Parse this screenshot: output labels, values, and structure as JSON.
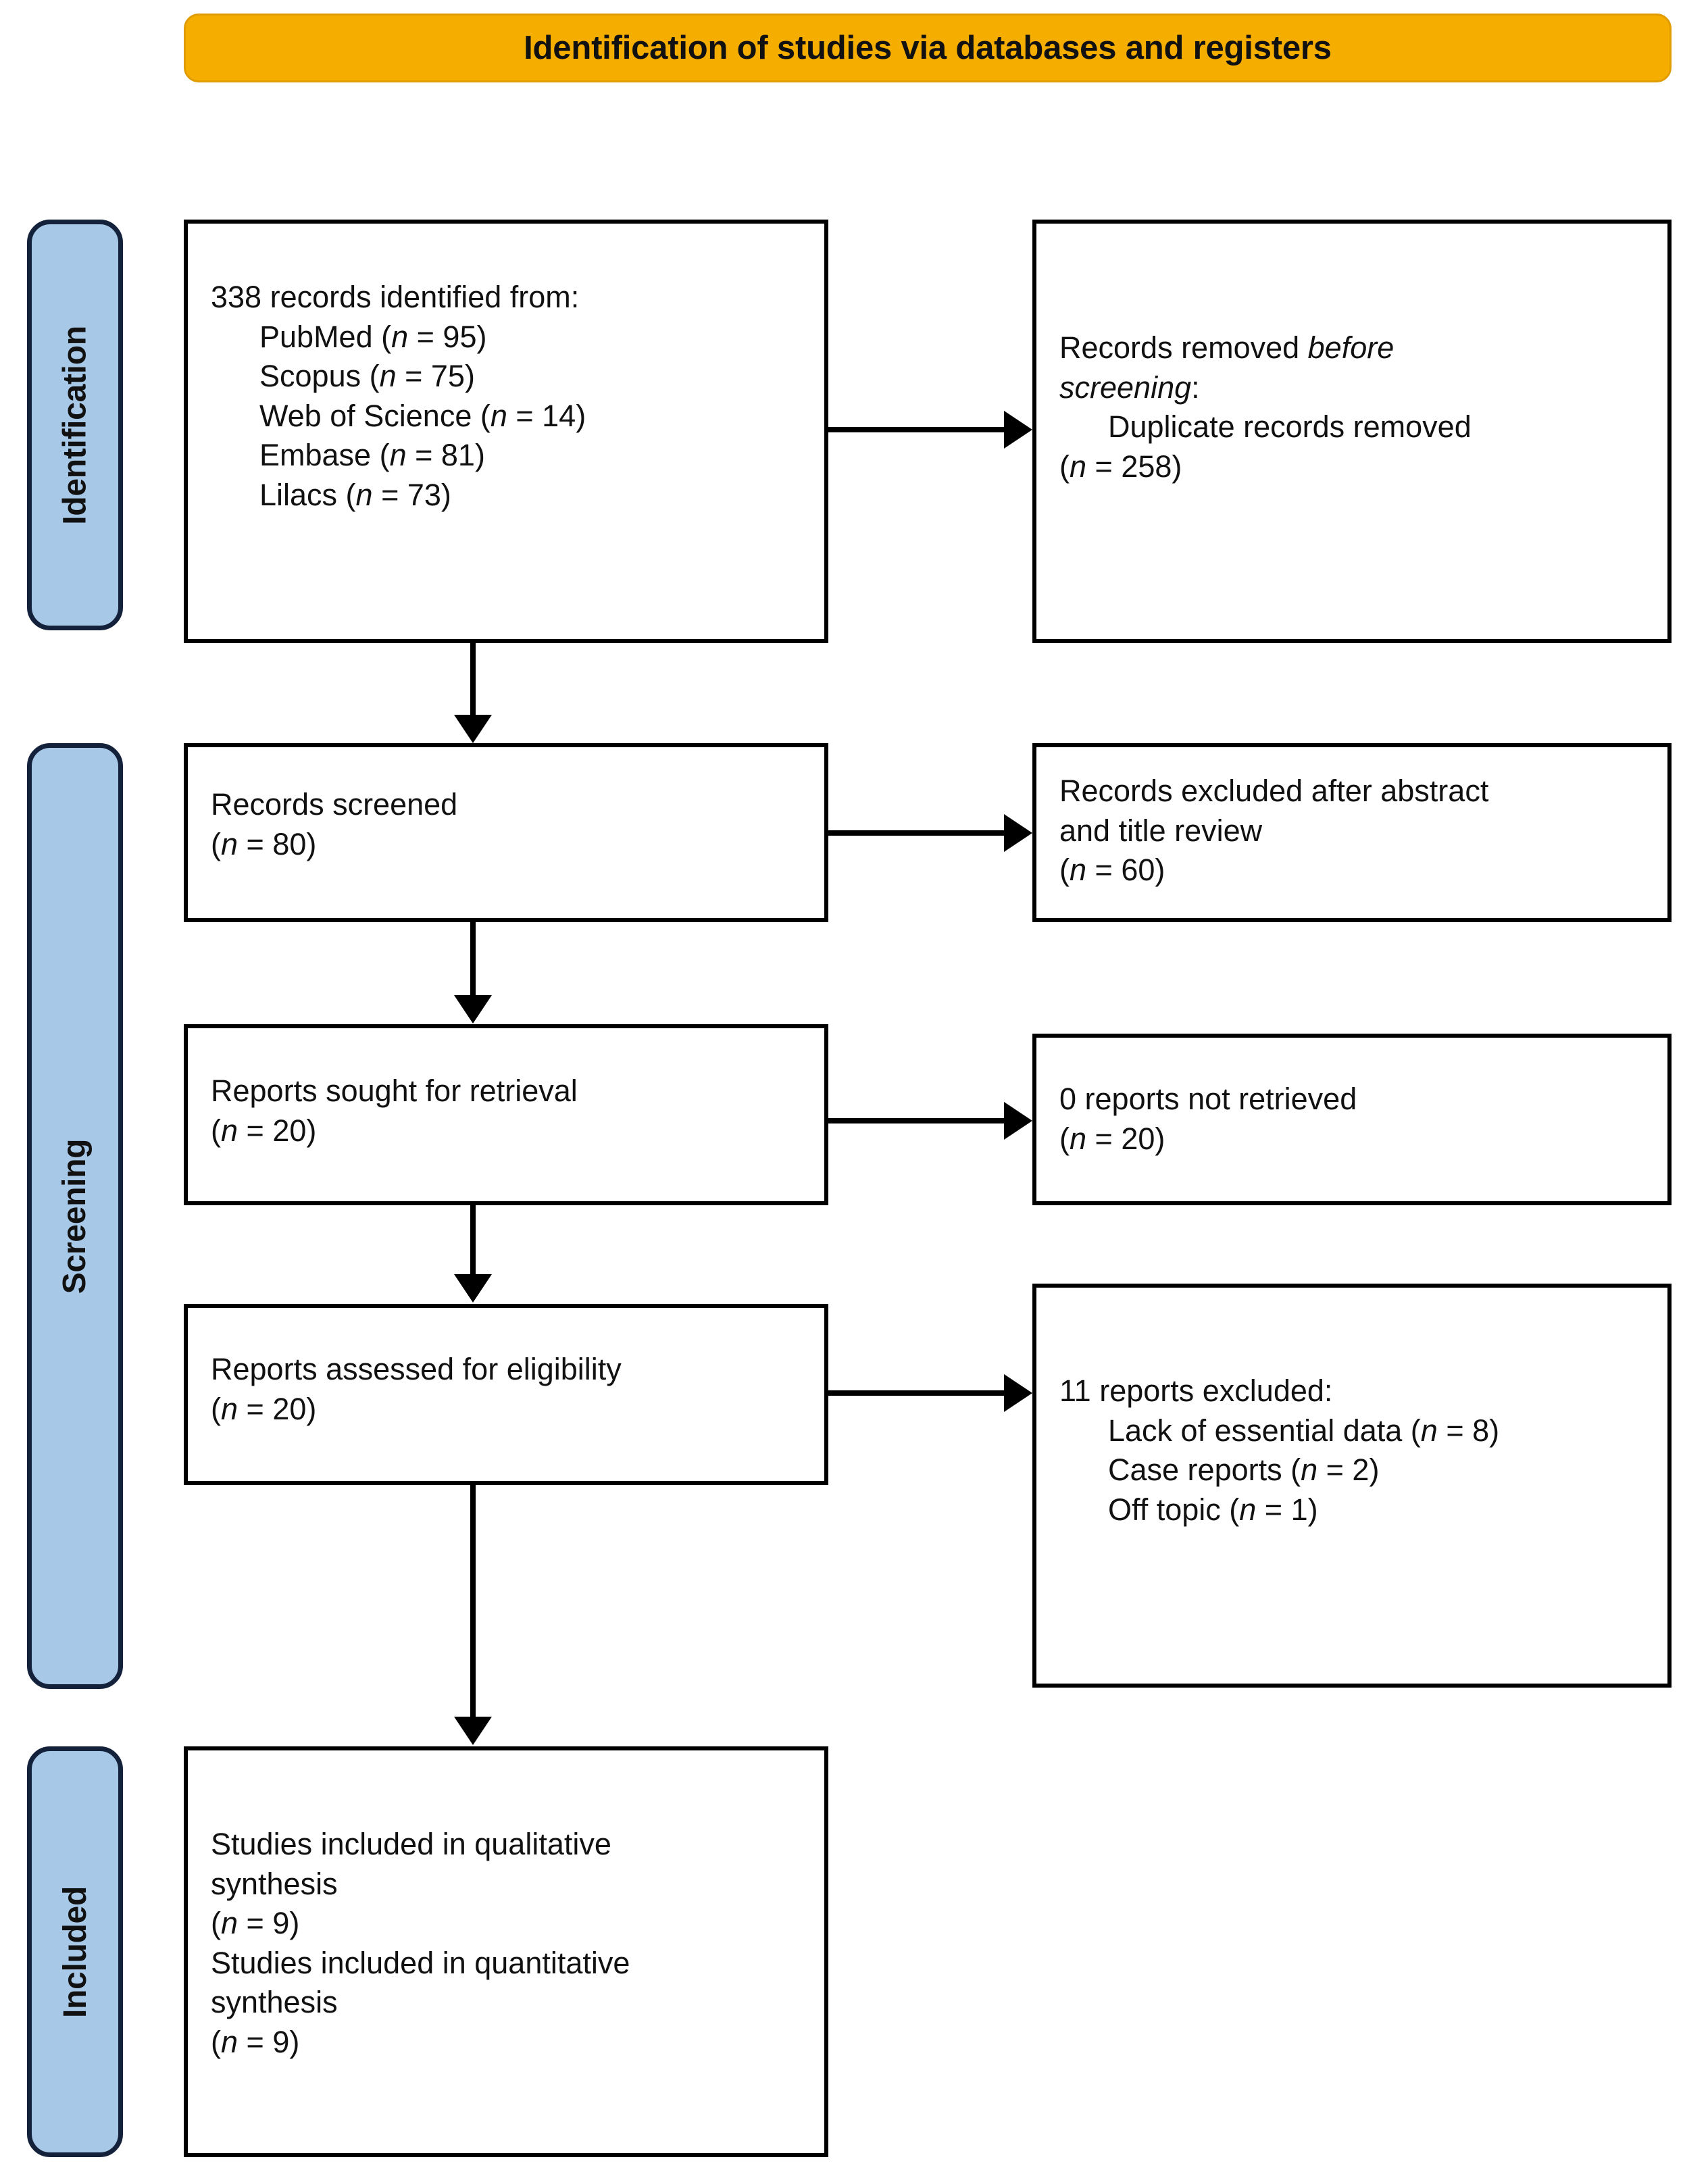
{
  "header": {
    "title": "Identification of studies via databases and registers",
    "bg_color": "#f5ad00",
    "text_color": "#111111"
  },
  "stages": {
    "bar_color": "#a8c8e8",
    "border_color": "#14213a",
    "items": [
      {
        "label": "Identification"
      },
      {
        "label": "Screening"
      },
      {
        "label": "Included"
      }
    ]
  },
  "boxes": {
    "identified": {
      "heading": "338 records identified from:",
      "sources": [
        {
          "name": "PubMed",
          "n": "95",
          "line": "PubMed (n = 95)"
        },
        {
          "name": "Scopus",
          "n": "75",
          "line": "Scopus (n = 75)"
        },
        {
          "name": "Web of Science",
          "n": "14",
          "line": "Web of Science (n = 14)"
        },
        {
          "name": "Embase",
          "n": "81",
          "line": "Embase (n = 81)"
        },
        {
          "name": "Lilacs",
          "n": "73",
          "line": "Lilacs (n = 73)"
        }
      ],
      "total": "338"
    },
    "removed_before_screening": {
      "line1_plain": "Records removed ",
      "line1_italic": "before",
      "line2_italic": "screening",
      "line2_plain": ":",
      "detail": "Duplicate records removed",
      "count_line": "(n = 258)",
      "n": "258"
    },
    "records_screened": {
      "label": "Records screened",
      "count_line": "(n = 80)",
      "n": "80"
    },
    "records_excluded": {
      "label_line1": "Records excluded after abstract",
      "label_line2": "and title review",
      "count_line": "(n = 60)",
      "n": "60"
    },
    "reports_sought": {
      "label": "Reports sought for retrieval",
      "count_line": "(n = 20)",
      "n": "20"
    },
    "reports_not_retrieved": {
      "label": "0 reports not retrieved",
      "count_line": "(n = 20)",
      "n": "20"
    },
    "reports_assessed": {
      "label": "Reports assessed for eligibility",
      "count_line": "(n = 20)",
      "n": "20"
    },
    "reports_excluded": {
      "heading": "11 reports excluded:",
      "total": "11",
      "reasons": [
        {
          "reason": "Lack of essential data",
          "n": "8",
          "line": "Lack of essential data (n = 8)"
        },
        {
          "reason": "Case reports",
          "n": "2",
          "line": "Case reports (n = 2)"
        },
        {
          "reason": "Off topic",
          "n": "1",
          "line": "Off topic (n = 1)"
        }
      ]
    },
    "studies_included": {
      "qual_line1": "Studies included in qualitative",
      "qual_line2": "synthesis",
      "qual_count": "(n = 9)",
      "qual_n": "9",
      "quant_line1": "Studies included in quantitative",
      "quant_line2": "synthesis",
      "quant_count": "(n = 9)",
      "quant_n": "9"
    }
  },
  "chart_data": {
    "type": "diagram",
    "title": "Identification of studies via databases and registers",
    "flow": [
      {
        "stage": "Identification",
        "node": "Records identified",
        "n": 338
      },
      {
        "stage": "Identification",
        "node": "Duplicate records removed",
        "n": 258
      },
      {
        "stage": "Screening",
        "node": "Records screened",
        "n": 80
      },
      {
        "stage": "Screening",
        "node": "Records excluded after abstract and title review",
        "n": 60
      },
      {
        "stage": "Screening",
        "node": "Reports sought for retrieval",
        "n": 20
      },
      {
        "stage": "Screening",
        "node": "Reports not retrieved",
        "n": 0
      },
      {
        "stage": "Screening",
        "node": "Reports assessed for eligibility",
        "n": 20
      },
      {
        "stage": "Screening",
        "node": "Reports excluded",
        "n": 11
      },
      {
        "stage": "Included",
        "node": "Studies included in qualitative synthesis",
        "n": 9
      },
      {
        "stage": "Included",
        "node": "Studies included in quantitative synthesis",
        "n": 9
      }
    ]
  }
}
